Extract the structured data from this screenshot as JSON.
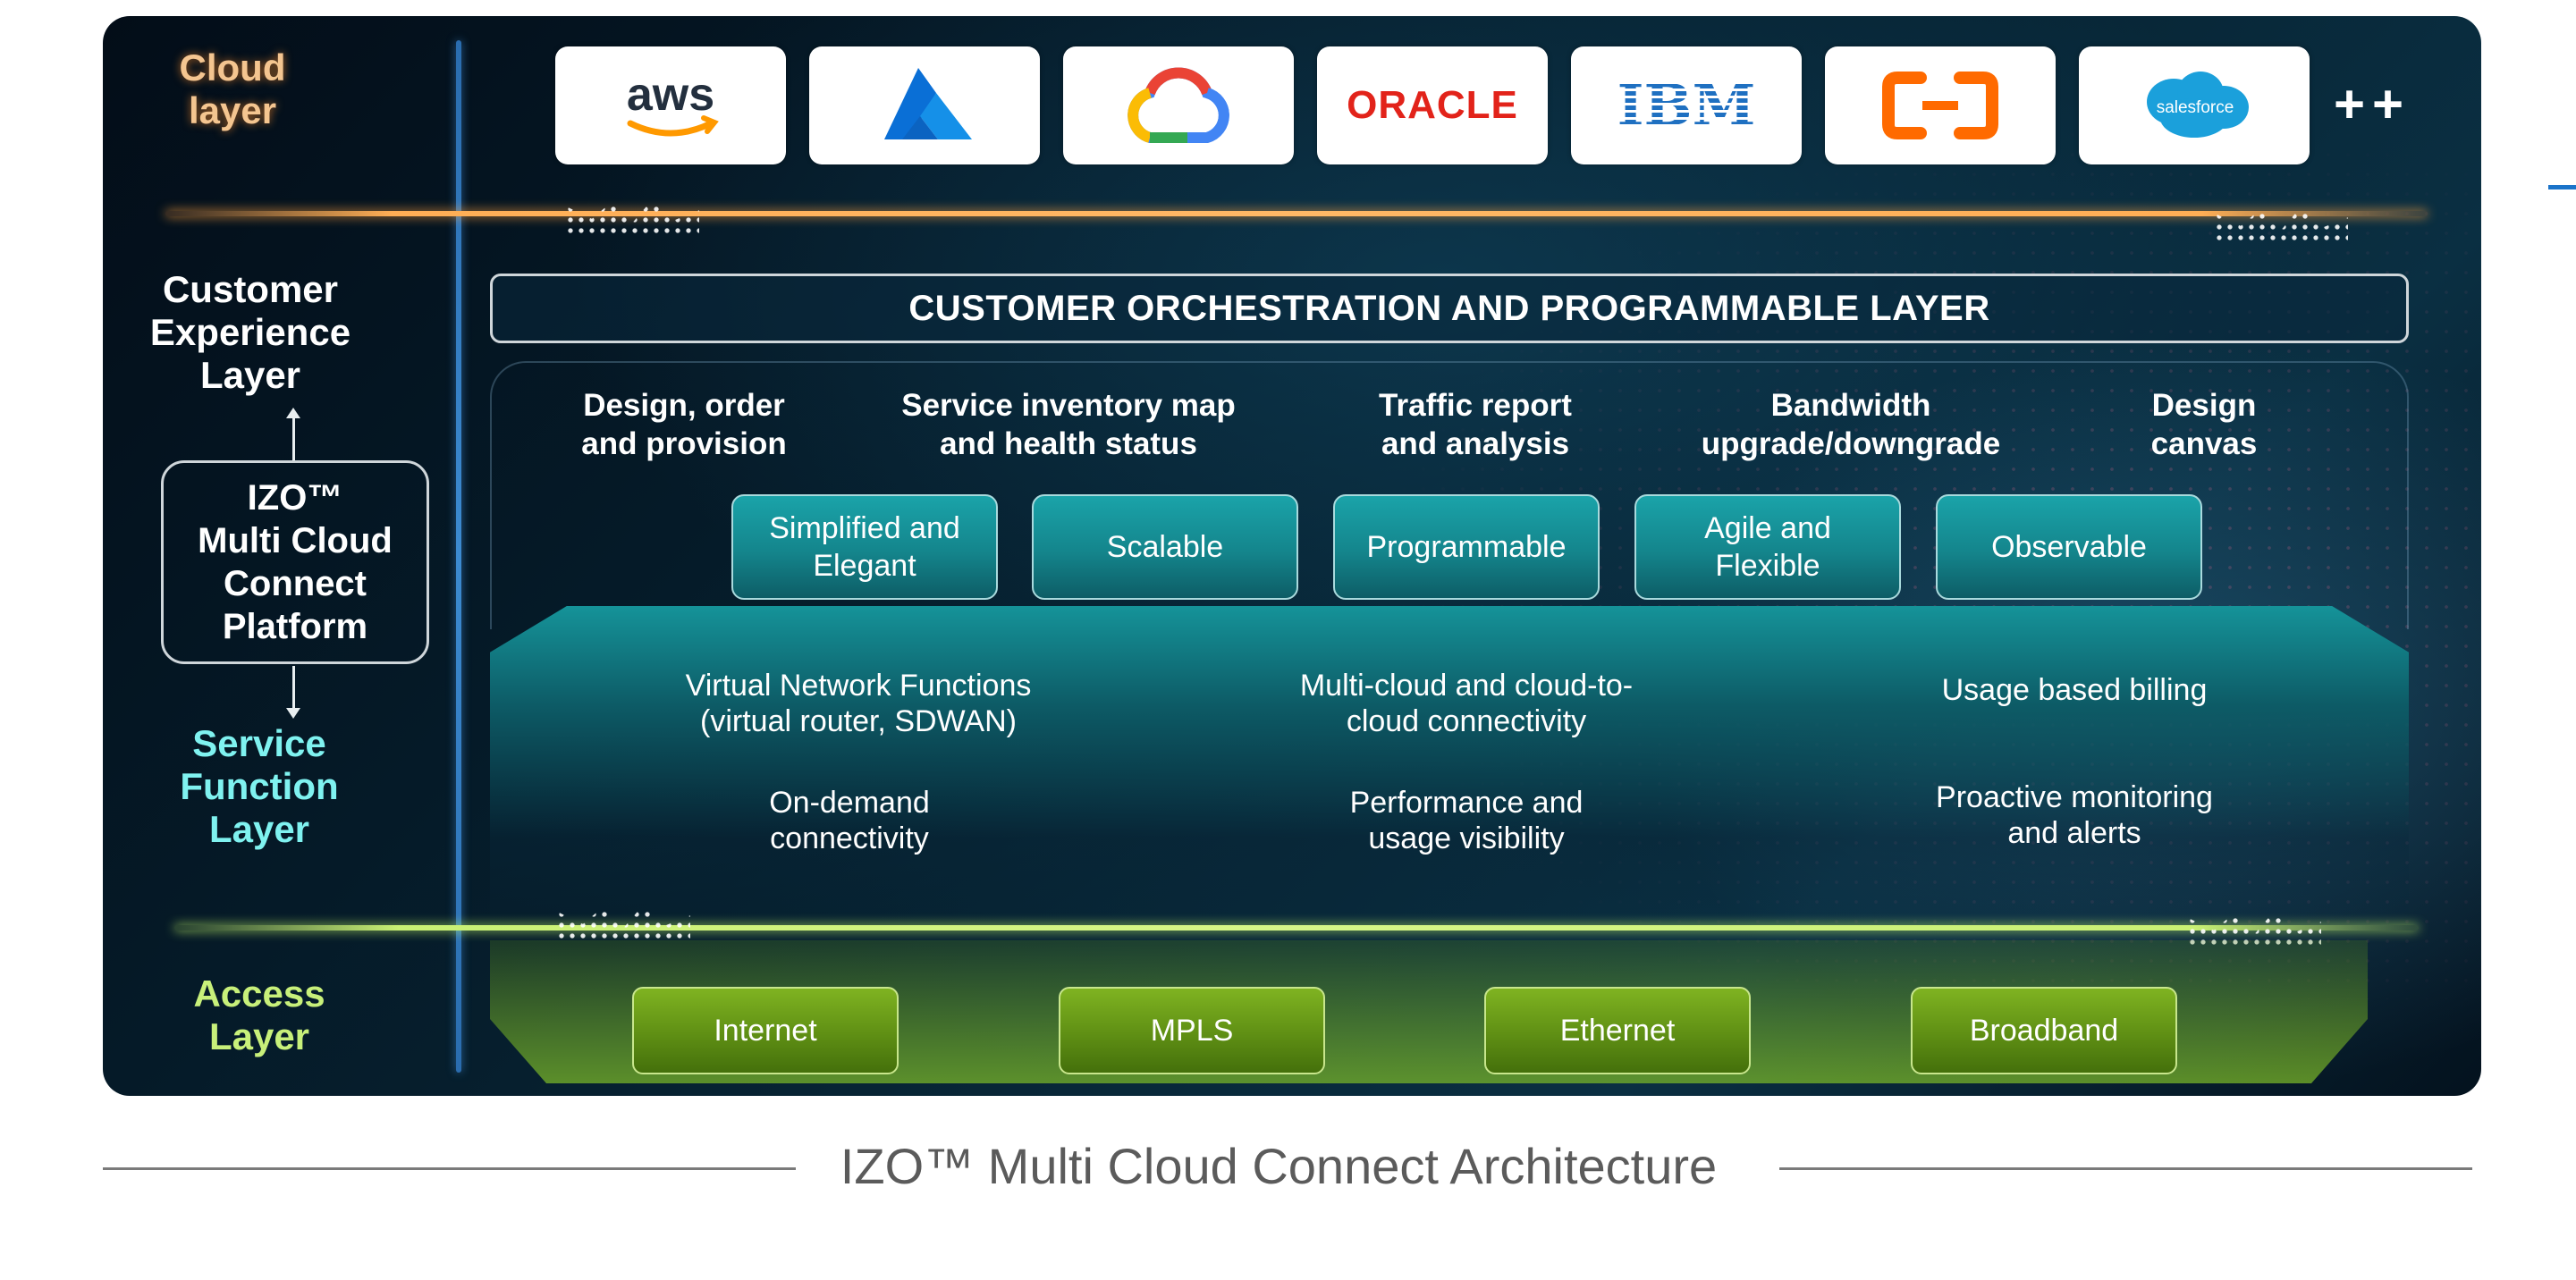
{
  "layers": {
    "cloud": "Cloud\nlayer",
    "customer_experience": "Customer\nExperience\nLayer",
    "platform": "IZO™\nMulti Cloud\nConnect\nPlatform",
    "service_function": "Service\nFunction\nLayer",
    "access": "Access\nLayer"
  },
  "cloud_providers": [
    {
      "name": "aws",
      "icon": "aws-logo-icon"
    },
    {
      "name": "Azure",
      "icon": "azure-logo-icon"
    },
    {
      "name": "Google Cloud",
      "icon": "google-cloud-logo-icon"
    },
    {
      "name": "ORACLE",
      "icon": "oracle-logo-icon"
    },
    {
      "name": "IBM",
      "icon": "ibm-logo-icon"
    },
    {
      "name": "Alibaba Cloud",
      "icon": "alibaba-cloud-logo-icon"
    },
    {
      "name": "salesforce",
      "icon": "salesforce-logo-icon"
    }
  ],
  "more_providers": "++",
  "orchestration_title": "CUSTOMER ORCHESTRATION AND PROGRAMMABLE LAYER",
  "cx_features": [
    "Design, order\nand provision",
    "Service inventory map\nand health status",
    "Traffic report\nand analysis",
    "Bandwidth\nupgrade/downgrade",
    "Design\ncanvas"
  ],
  "attributes": [
    "Simplified and\nElegant",
    "Scalable",
    "Programmable",
    "Agile and\nFlexible",
    "Observable"
  ],
  "service_functions": [
    "Virtual Network Functions\n(virtual router, SDWAN)",
    "Multi-cloud and cloud-to-\ncloud connectivity",
    "Usage based billing",
    "On-demand\nconnectivity",
    "Performance and\nusage visibility",
    "Proactive monitoring\nand alerts"
  ],
  "access_options": [
    "Internet",
    "MPLS",
    "Ethernet",
    "Broadband"
  ],
  "caption": "IZO™ Multi Cloud Connect Architecture",
  "colors": {
    "cloud_label": "#f4c590",
    "service_label": "#7ff2f0",
    "access_label": "#c8f07a",
    "teal_button": "#14858c",
    "green_button": "#5f8f14",
    "orange_band": "#ffae55",
    "green_band": "#c9f074"
  }
}
